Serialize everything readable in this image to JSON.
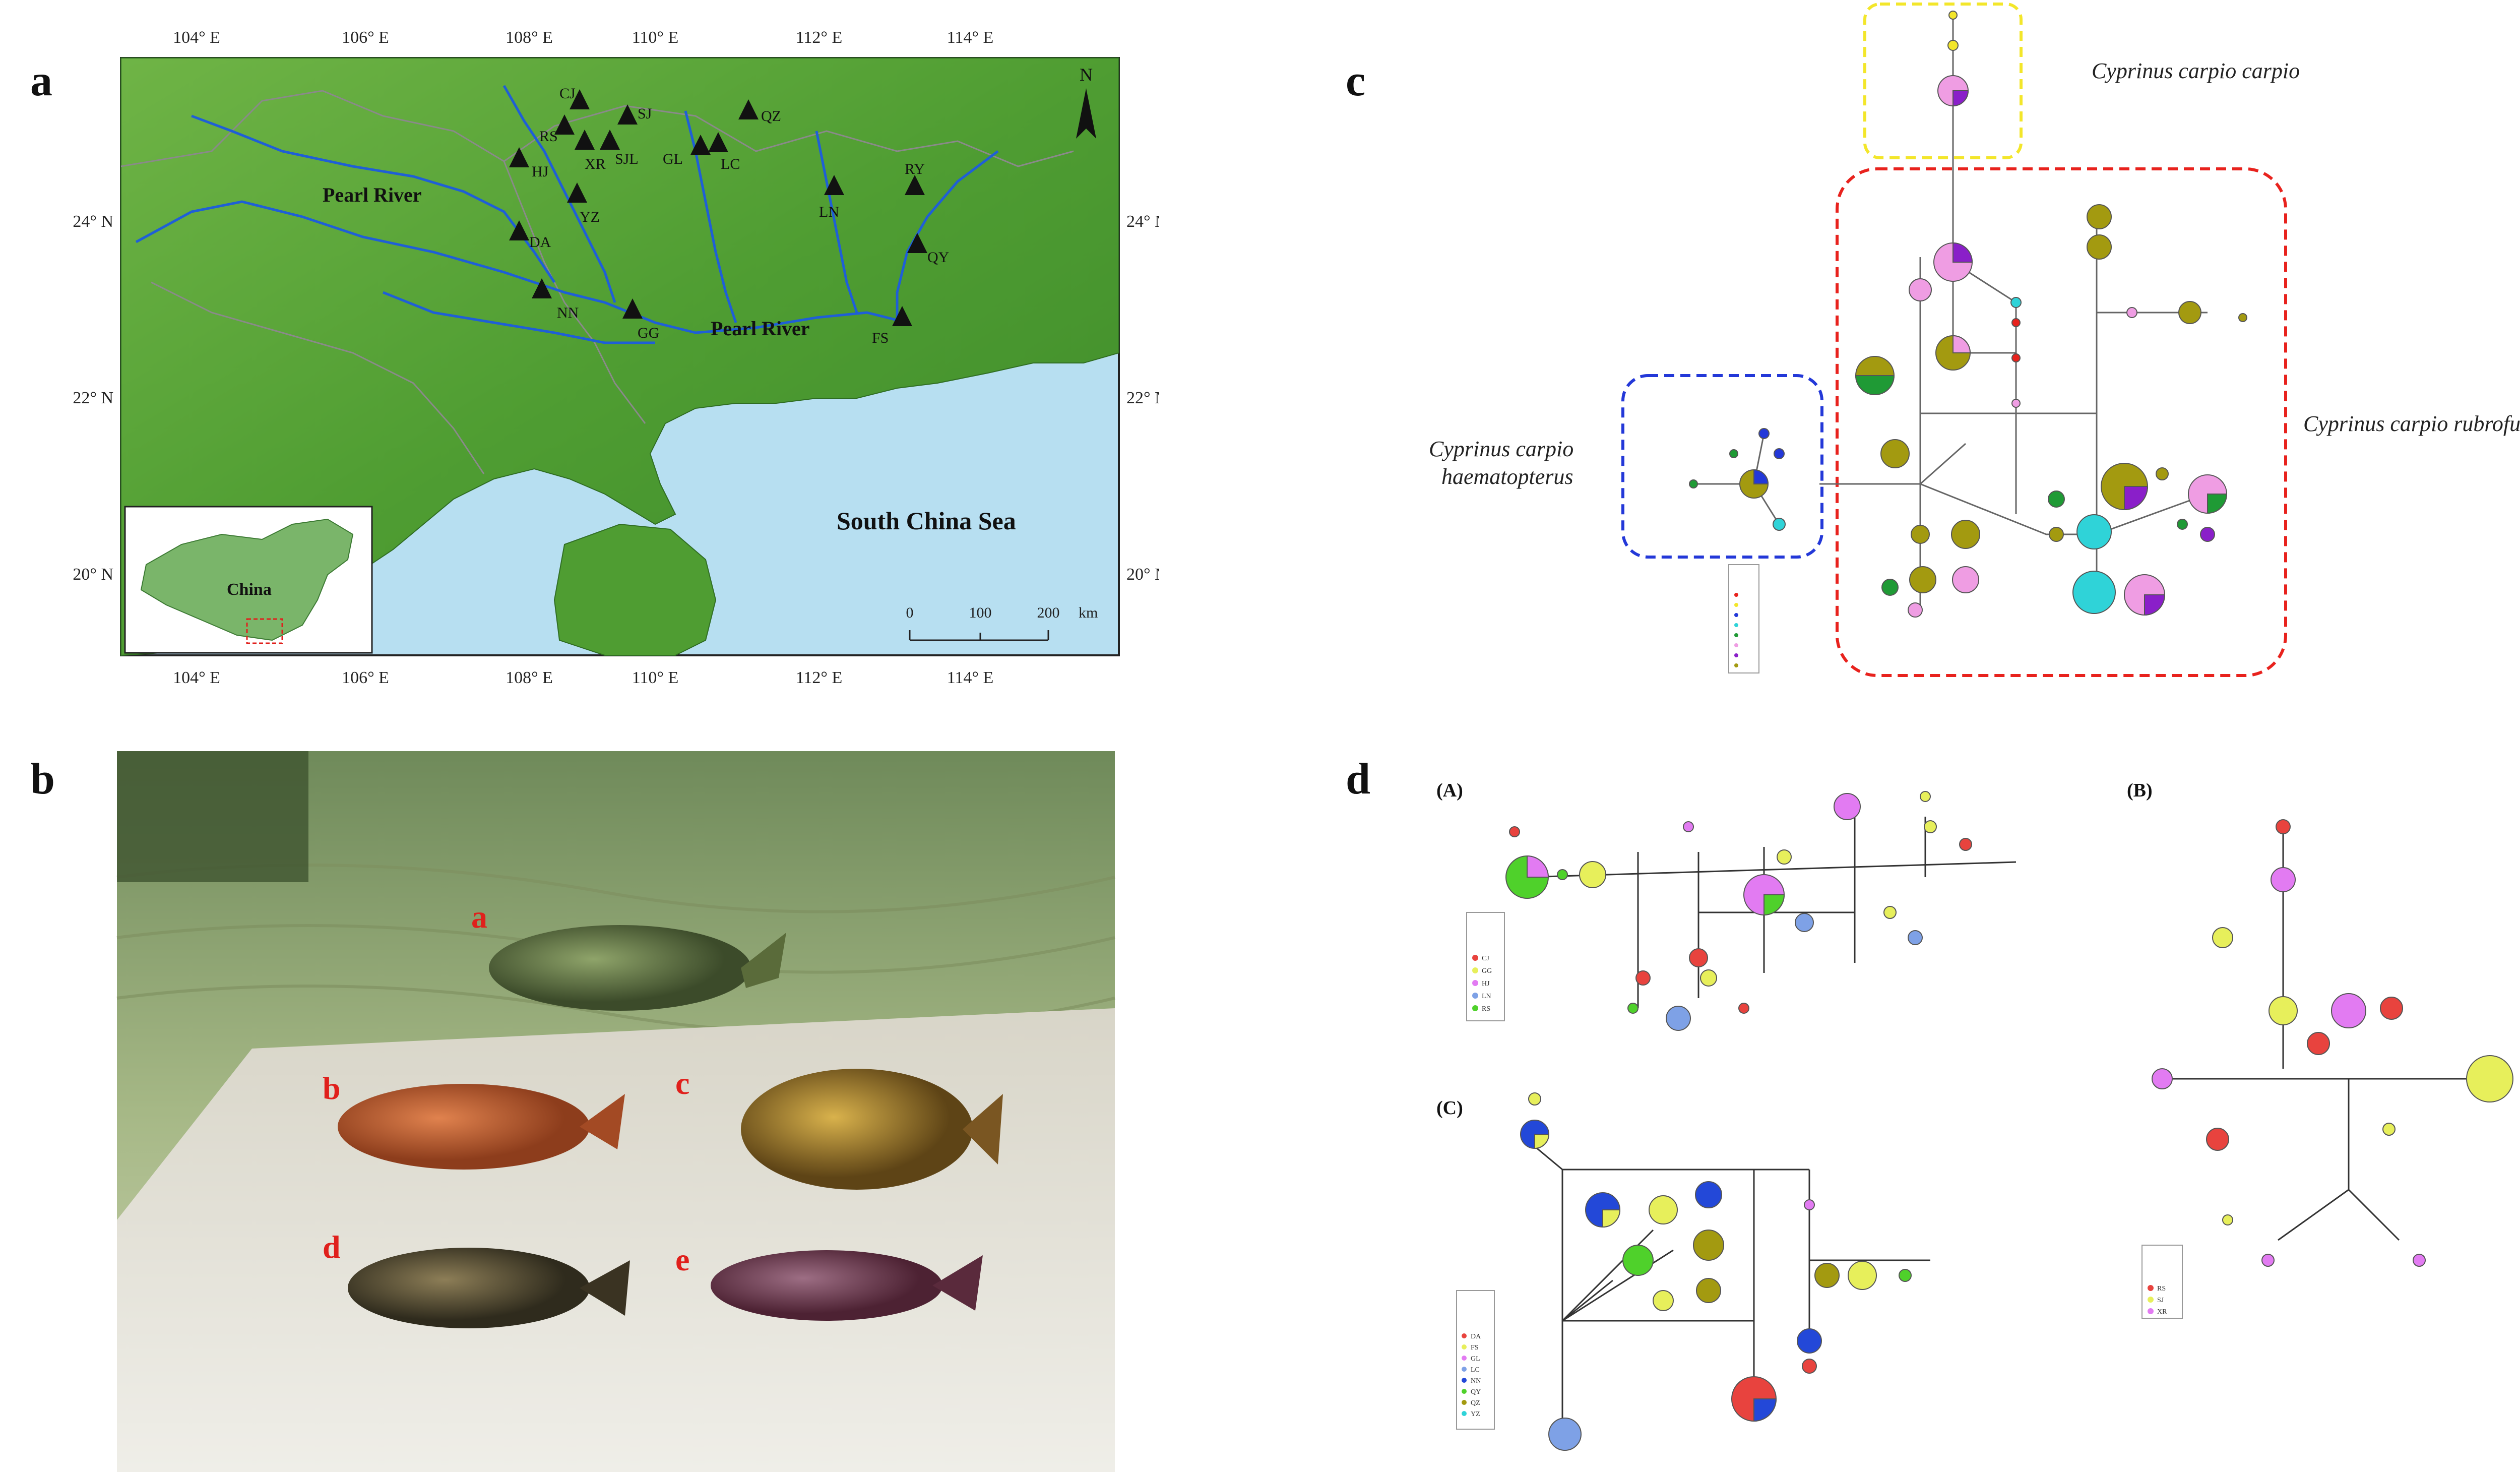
{
  "panels": {
    "a": "a",
    "b": "b",
    "c": "c",
    "d": "d"
  },
  "map": {
    "lon_ticks": [
      "104° E",
      "106° E",
      "108° E",
      "110° E",
      "112° E",
      "114° E"
    ],
    "lat_ticks": [
      "24° N",
      "22° N",
      "20° N"
    ],
    "river_labels": [
      "Pearl River",
      "Pearl River"
    ],
    "sea_label": "South  China Sea",
    "inset_label": "China",
    "north": "N",
    "scale": {
      "ticks": [
        "0",
        "100",
        "200"
      ],
      "unit": "km"
    },
    "sites": [
      "CJ",
      "RS",
      "SJ",
      "XR",
      "SJL",
      "HJ",
      "YZ",
      "DA",
      "NN",
      "GG",
      "GL",
      "LC",
      "QZ",
      "LN",
      "RY",
      "QY",
      "FS"
    ],
    "colors": {
      "land": "#5aa23a",
      "sea": "#b7dff1",
      "river": "#1f5fd6"
    }
  },
  "photo": {
    "fish_labels": [
      "a",
      "b",
      "c",
      "d",
      "e"
    ],
    "colors": {
      "label": "#e0201c"
    }
  },
  "network_c": {
    "group_labels": {
      "carpio": "Cyprinus carpio carpio",
      "rubrofuscus": "Cyprinus carpio rubrofuscus",
      "haem1": "Cyprinus carpio",
      "haem2": "haematopterus"
    },
    "colors": {
      "yellow_box": "#f3e62a",
      "red_box": "#e8221d",
      "blue_box": "#2338d8"
    }
  },
  "network_d": {
    "sub_labels": [
      "(A)",
      "(B)",
      "(C)"
    ],
    "legend_A": [
      "CJ",
      "GG",
      "HJ",
      "LN",
      "RS"
    ],
    "legend_B": [
      "RS",
      "SJ",
      "XR"
    ],
    "legend_C": [
      "DA",
      "FS",
      "GL",
      "LC",
      "NN",
      "QY",
      "QZ",
      "YZ"
    ]
  }
}
